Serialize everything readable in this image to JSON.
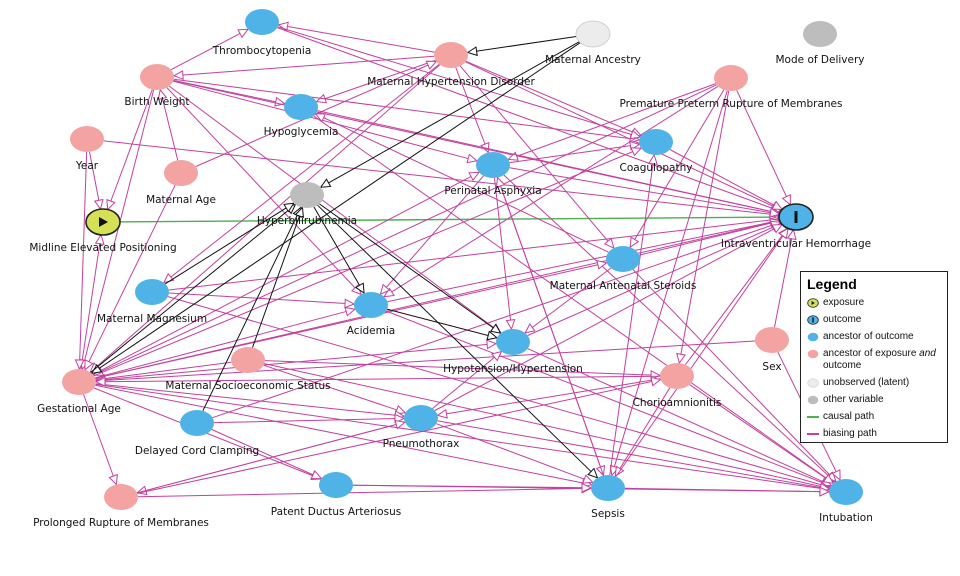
{
  "legend": {
    "title": "Legend",
    "items": [
      {
        "type": "exposure",
        "label": "exposure",
        "color": "#d4e157",
        "glyph": "▶"
      },
      {
        "type": "outcome",
        "label": "outcome",
        "color": "#4fb3e8",
        "glyph": "I"
      },
      {
        "type": "ancestor-outcome",
        "label": "ancestor of outcome",
        "color": "#4fb3e8"
      },
      {
        "type": "ancestor-both",
        "label_pre": "ancestor of exposure ",
        "label_em": "and",
        "label_post": " outcome",
        "color": "#f4a3a3"
      },
      {
        "type": "unobserved",
        "label": "unobserved (latent)",
        "color": "#ececec"
      },
      {
        "type": "other",
        "label": "other variable",
        "color": "#bdbdbd"
      },
      {
        "type": "causal",
        "label": "causal path",
        "color": "#4caf50"
      },
      {
        "type": "biasing",
        "label": "biasing path",
        "color": "#c2419e"
      }
    ]
  },
  "colors": {
    "exposure": "#d4e157",
    "outcome": "#4fb3e8",
    "ancestor_outcome": "#4fb3e8",
    "ancestor_both": "#f4a3a3",
    "unobserved": "#ececec",
    "other": "#bdbdbd",
    "causal": "#4caf50",
    "biasing": "#c2419e",
    "black": "#111111"
  },
  "nodes": [
    {
      "id": "thrombo",
      "label": "Thrombocytopenia",
      "kind": "ancestor_outcome"
    },
    {
      "id": "mhd",
      "label": "Maternal Hypertension Disorder",
      "kind": "ancestor_both"
    },
    {
      "id": "ancestry",
      "label": "Maternal Ancestry",
      "kind": "unobserved"
    },
    {
      "id": "delivery",
      "label": "Mode of Delivery",
      "kind": "other"
    },
    {
      "id": "bw",
      "label": "Birth Weight",
      "kind": "ancestor_both"
    },
    {
      "id": "hypogly",
      "label": "Hypoglycemia",
      "kind": "ancestor_outcome"
    },
    {
      "id": "pprom",
      "label": "Premature Preterm Rupture of Membranes",
      "kind": "ancestor_both"
    },
    {
      "id": "year",
      "label": "Year",
      "kind": "ancestor_both"
    },
    {
      "id": "coag",
      "label": "Coagulopathy",
      "kind": "ancestor_outcome"
    },
    {
      "id": "matage",
      "label": "Maternal Age",
      "kind": "ancestor_both"
    },
    {
      "id": "asphyx",
      "label": "Perinatal Asphyxia",
      "kind": "ancestor_outcome"
    },
    {
      "id": "hyperbili",
      "label": "Hyperbilirubinemia",
      "kind": "other"
    },
    {
      "id": "midline",
      "label": "Midline Elevated Positioning",
      "kind": "exposure"
    },
    {
      "id": "ivh",
      "label": "Intraventricular Hemorrhage",
      "kind": "outcome"
    },
    {
      "id": "steroids",
      "label": "Maternal Antenatal Steroids",
      "kind": "ancestor_outcome"
    },
    {
      "id": "magnesium",
      "label": "Maternal Magnesium",
      "kind": "ancestor_outcome"
    },
    {
      "id": "acidemia",
      "label": "Acidemia",
      "kind": "ancestor_outcome"
    },
    {
      "id": "hypotens",
      "label": "Hypotension/Hypertension",
      "kind": "ancestor_outcome"
    },
    {
      "id": "ses",
      "label": "Maternal Socioeconomic Status",
      "kind": "ancestor_both"
    },
    {
      "id": "sex",
      "label": "Sex",
      "kind": "ancestor_both"
    },
    {
      "id": "gestage",
      "label": "Gestational Age",
      "kind": "ancestor_both"
    },
    {
      "id": "chorio",
      "label": "Chorioamnionitis",
      "kind": "ancestor_both"
    },
    {
      "id": "cord",
      "label": "Delayed Cord Clamping",
      "kind": "ancestor_outcome"
    },
    {
      "id": "pneumo",
      "label": "Pneumothorax",
      "kind": "ancestor_outcome"
    },
    {
      "id": "prom",
      "label": "Prolonged Rupture of Membranes",
      "kind": "ancestor_both"
    },
    {
      "id": "pda",
      "label": "Patent Ductus Arteriosus",
      "kind": "ancestor_outcome"
    },
    {
      "id": "sepsis",
      "label": "Sepsis",
      "kind": "ancestor_outcome"
    },
    {
      "id": "intub",
      "label": "Intubation",
      "kind": "ancestor_outcome"
    }
  ],
  "edges": [
    {
      "from": "midline",
      "to": "ivh",
      "kind": "causal"
    },
    {
      "from": "year",
      "to": "midline",
      "kind": "biasing"
    },
    {
      "from": "bw",
      "to": "midline",
      "kind": "biasing"
    },
    {
      "from": "gestage",
      "to": "midline",
      "kind": "biasing"
    },
    {
      "from": "mhd",
      "to": "thrombo",
      "kind": "biasing"
    },
    {
      "from": "mhd",
      "to": "bw",
      "kind": "biasing"
    },
    {
      "from": "mhd",
      "to": "hypogly",
      "kind": "biasing"
    },
    {
      "from": "mhd",
      "to": "asphyx",
      "kind": "biasing"
    },
    {
      "from": "mhd",
      "to": "coag",
      "kind": "biasing"
    },
    {
      "from": "mhd",
      "to": "ivh",
      "kind": "biasing"
    },
    {
      "from": "mhd",
      "to": "gestage",
      "kind": "biasing"
    },
    {
      "from": "mhd",
      "to": "magnesium",
      "kind": "biasing"
    },
    {
      "from": "mhd",
      "to": "steroids",
      "kind": "biasing"
    },
    {
      "from": "bw",
      "to": "thrombo",
      "kind": "biasing"
    },
    {
      "from": "bw",
      "to": "hypogly",
      "kind": "biasing"
    },
    {
      "from": "bw",
      "to": "asphyx",
      "kind": "biasing"
    },
    {
      "from": "bw",
      "to": "coag",
      "kind": "biasing"
    },
    {
      "from": "bw",
      "to": "ivh",
      "kind": "biasing"
    },
    {
      "from": "bw",
      "to": "hypotens",
      "kind": "biasing"
    },
    {
      "from": "bw",
      "to": "acidemia",
      "kind": "biasing"
    },
    {
      "from": "bw",
      "to": "gestage",
      "kind": "biasing"
    },
    {
      "from": "matage",
      "to": "bw",
      "kind": "biasing"
    },
    {
      "from": "matage",
      "to": "mhd",
      "kind": "biasing"
    },
    {
      "from": "matage",
      "to": "gestage",
      "kind": "biasing"
    },
    {
      "from": "year",
      "to": "ivh",
      "kind": "biasing"
    },
    {
      "from": "year",
      "to": "gestage",
      "kind": "biasing"
    },
    {
      "from": "pprom",
      "to": "gestage",
      "kind": "biasing"
    },
    {
      "from": "pprom",
      "to": "chorio",
      "kind": "biasing"
    },
    {
      "from": "pprom",
      "to": "sepsis",
      "kind": "biasing"
    },
    {
      "from": "pprom",
      "to": "ivh",
      "kind": "biasing"
    },
    {
      "from": "pprom",
      "to": "asphyx",
      "kind": "biasing"
    },
    {
      "from": "pprom",
      "to": "acidemia",
      "kind": "biasing"
    },
    {
      "from": "pprom",
      "to": "steroids",
      "kind": "biasing"
    },
    {
      "from": "thrombo",
      "to": "ivh",
      "kind": "biasing"
    },
    {
      "from": "thrombo",
      "to": "coag",
      "kind": "biasing"
    },
    {
      "from": "hypogly",
      "to": "ivh",
      "kind": "biasing"
    },
    {
      "from": "hypogly",
      "to": "intub",
      "kind": "biasing"
    },
    {
      "from": "coag",
      "to": "ivh",
      "kind": "biasing"
    },
    {
      "from": "asphyx",
      "to": "ivh",
      "kind": "biasing"
    },
    {
      "from": "asphyx",
      "to": "hypotens",
      "kind": "biasing"
    },
    {
      "from": "asphyx",
      "to": "acidemia",
      "kind": "biasing"
    },
    {
      "from": "asphyx",
      "to": "intub",
      "kind": "biasing"
    },
    {
      "from": "asphyx",
      "to": "coag",
      "kind": "biasing"
    },
    {
      "from": "asphyx",
      "to": "sepsis",
      "kind": "biasing"
    },
    {
      "from": "steroids",
      "to": "ivh",
      "kind": "biasing"
    },
    {
      "from": "steroids",
      "to": "hypotens",
      "kind": "biasing"
    },
    {
      "from": "steroids",
      "to": "intub",
      "kind": "biasing"
    },
    {
      "from": "steroids",
      "to": "hypogly",
      "kind": "biasing"
    },
    {
      "from": "magnesium",
      "to": "ivh",
      "kind": "biasing"
    },
    {
      "from": "magnesium",
      "to": "acidemia",
      "kind": "biasing"
    },
    {
      "from": "magnesium",
      "to": "intub",
      "kind": "biasing"
    },
    {
      "from": "acidemia",
      "to": "ivh",
      "kind": "biasing"
    },
    {
      "from": "acidemia",
      "to": "hypotens",
      "kind": "biasing"
    },
    {
      "from": "acidemia",
      "to": "intub",
      "kind": "biasing"
    },
    {
      "from": "hypotens",
      "to": "ivh",
      "kind": "biasing"
    },
    {
      "from": "hypotens",
      "to": "intub",
      "kind": "biasing"
    },
    {
      "from": "ses",
      "to": "gestage",
      "kind": "biasing"
    },
    {
      "from": "ses",
      "to": "pneumo",
      "kind": "biasing"
    },
    {
      "from": "ses",
      "to": "chorio",
      "kind": "biasing"
    },
    {
      "from": "ses",
      "to": "intub",
      "kind": "biasing"
    },
    {
      "from": "sex",
      "to": "ivh",
      "kind": "biasing"
    },
    {
      "from": "sex",
      "to": "gestage",
      "kind": "biasing"
    },
    {
      "from": "sex",
      "to": "intub",
      "kind": "biasing"
    },
    {
      "from": "gestage",
      "to": "ivh",
      "kind": "biasing"
    },
    {
      "from": "gestage",
      "to": "intub",
      "kind": "biasing"
    },
    {
      "from": "gestage",
      "to": "sepsis",
      "kind": "biasing"
    },
    {
      "from": "gestage",
      "to": "pda",
      "kind": "biasing"
    },
    {
      "from": "gestage",
      "to": "pneumo",
      "kind": "biasing"
    },
    {
      "from": "gestage",
      "to": "acidemia",
      "kind": "biasing"
    },
    {
      "from": "gestage",
      "to": "asphyx",
      "kind": "biasing"
    },
    {
      "from": "gestage",
      "to": "hypotens",
      "kind": "biasing"
    },
    {
      "from": "gestage",
      "to": "steroids",
      "kind": "biasing"
    },
    {
      "from": "gestage",
      "to": "coag",
      "kind": "biasing"
    },
    {
      "from": "gestage",
      "to": "prom",
      "kind": "biasing"
    },
    {
      "from": "chorio",
      "to": "ivh",
      "kind": "biasing"
    },
    {
      "from": "chorio",
      "to": "sepsis",
      "kind": "biasing"
    },
    {
      "from": "chorio",
      "to": "intub",
      "kind": "biasing"
    },
    {
      "from": "chorio",
      "to": "gestage",
      "kind": "biasing"
    },
    {
      "from": "chorio",
      "to": "pneumo",
      "kind": "biasing"
    },
    {
      "from": "cord",
      "to": "ivh",
      "kind": "biasing"
    },
    {
      "from": "cord",
      "to": "pneumo",
      "kind": "biasing"
    },
    {
      "from": "cord",
      "to": "pda",
      "kind": "biasing"
    },
    {
      "from": "pneumo",
      "to": "ivh",
      "kind": "biasing"
    },
    {
      "from": "pneumo",
      "to": "intub",
      "kind": "biasing"
    },
    {
      "from": "pneumo",
      "to": "sepsis",
      "kind": "biasing"
    },
    {
      "from": "pneumo",
      "to": "hypotens",
      "kind": "biasing"
    },
    {
      "from": "pneumo",
      "to": "prom",
      "kind": "biasing"
    },
    {
      "from": "prom",
      "to": "sepsis",
      "kind": "biasing"
    },
    {
      "from": "prom",
      "to": "chorio",
      "kind": "biasing"
    },
    {
      "from": "pda",
      "to": "intub",
      "kind": "biasing"
    },
    {
      "from": "pda",
      "to": "sepsis",
      "kind": "biasing"
    },
    {
      "from": "sepsis",
      "to": "ivh",
      "kind": "biasing"
    },
    {
      "from": "sepsis",
      "to": "intub",
      "kind": "biasing"
    },
    {
      "from": "sepsis",
      "to": "coag",
      "kind": "biasing"
    },
    {
      "from": "sepsis",
      "to": "asphyx",
      "kind": "biasing"
    },
    {
      "from": "prom",
      "to": "pneumo",
      "kind": "biasing"
    },
    {
      "from": "ancestry",
      "to": "hyperbili",
      "kind": "black"
    },
    {
      "from": "ancestry",
      "to": "gestage",
      "kind": "black"
    },
    {
      "from": "ancestry",
      "to": "mhd",
      "kind": "black"
    },
    {
      "from": "hyperbili",
      "to": "acidemia",
      "kind": "black"
    },
    {
      "from": "hyperbili",
      "to": "sepsis",
      "kind": "black"
    },
    {
      "from": "hyperbili",
      "to": "hypotens",
      "kind": "black"
    },
    {
      "from": "cord",
      "to": "hyperbili",
      "kind": "black"
    },
    {
      "from": "ses",
      "to": "hyperbili",
      "kind": "black"
    },
    {
      "from": "gestage",
      "to": "hyperbili",
      "kind": "black"
    },
    {
      "from": "acidemia",
      "to": "hypotens",
      "kind": "black"
    },
    {
      "from": "magnesium",
      "to": "hyperbili",
      "kind": "black"
    }
  ]
}
